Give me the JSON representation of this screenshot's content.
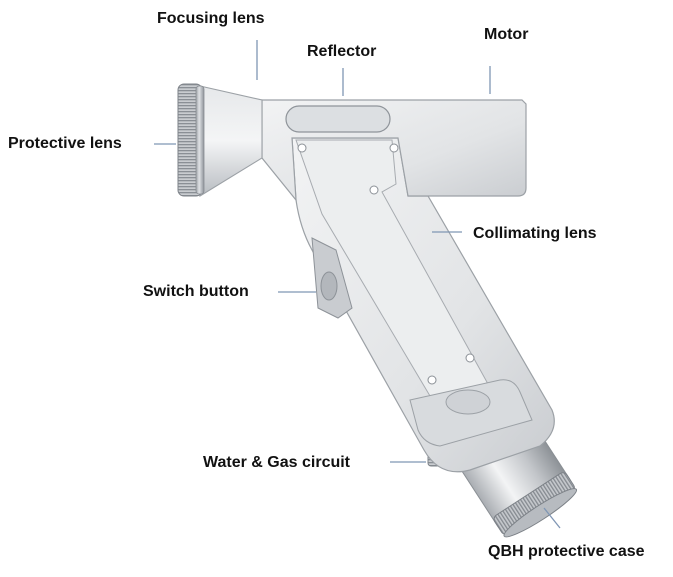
{
  "labels": {
    "focusing_lens": "Focusing lens",
    "reflector": "Reflector",
    "motor": "Motor",
    "protective_lens": "Protective lens",
    "collimating_lens": "Collimating lens",
    "switch_button": "Switch button",
    "water_gas_circuit": "Water & Gas circuit",
    "qbh_protective_case": "QBH protective case"
  },
  "colors": {
    "body_metal": "#e4e6e8",
    "leader_line": "#7f96b4",
    "label_text": "#111111"
  }
}
